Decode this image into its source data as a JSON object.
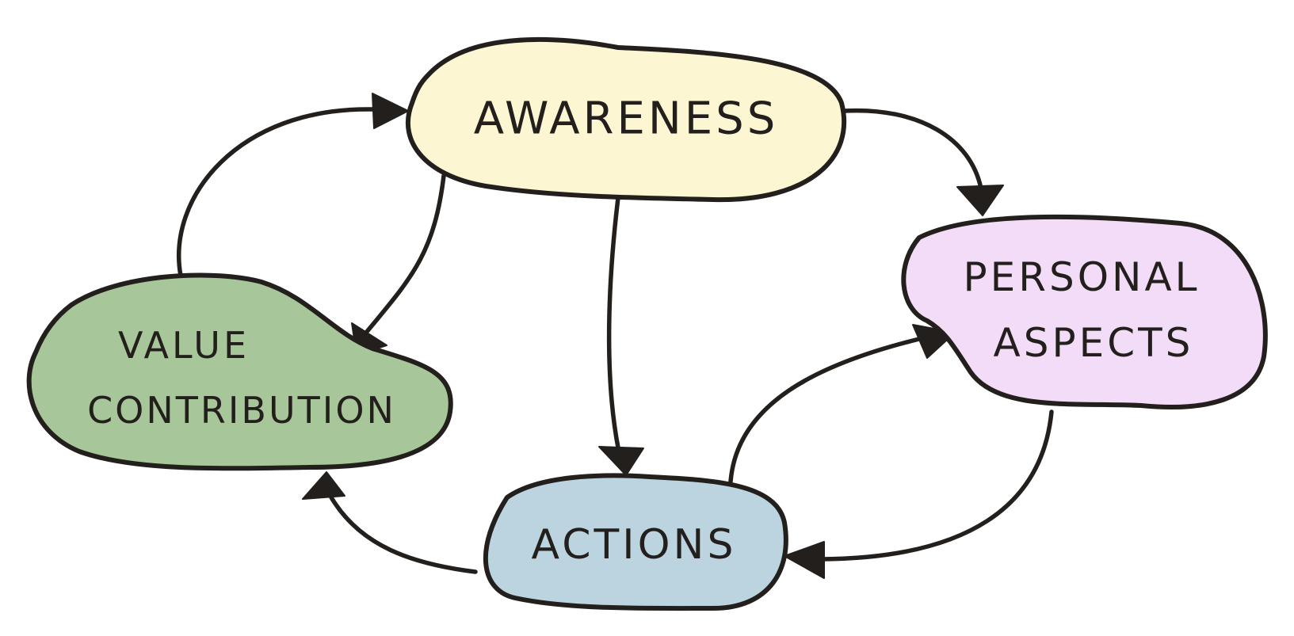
{
  "colors": {
    "ink": "#231f1c",
    "awareness_fill": "#fdf6d3",
    "personal_fill": "#f3dcf7",
    "value_fill": "#a7c699",
    "actions_fill": "#bcd4e0"
  },
  "nodes": {
    "awareness": {
      "label": "AWARENESS"
    },
    "personal_aspects": {
      "line1": "PERSONAL",
      "line2": "ASPECTS"
    },
    "value_contribution": {
      "line1": "VALUE",
      "line2": "CONTRIBUTION"
    },
    "actions": {
      "label": "ACTIONS"
    }
  },
  "edges": [
    {
      "from": "value_contribution",
      "to": "awareness"
    },
    {
      "from": "awareness",
      "to": "personal_aspects"
    },
    {
      "from": "awareness",
      "to": "value_contribution"
    },
    {
      "from": "awareness",
      "to": "actions"
    },
    {
      "from": "actions",
      "to": "personal_aspects"
    },
    {
      "from": "personal_aspects",
      "to": "actions"
    },
    {
      "from": "actions",
      "to": "value_contribution"
    }
  ]
}
